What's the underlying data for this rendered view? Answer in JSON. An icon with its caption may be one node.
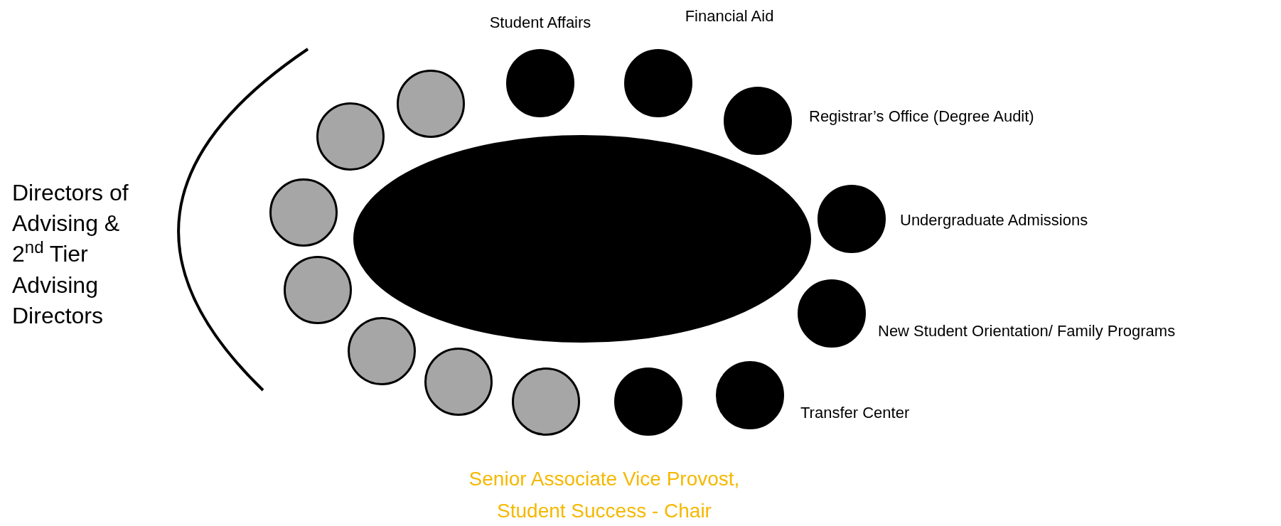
{
  "diagram": {
    "nodes": [
      {
        "text": [],
        "shape": "ellipse"
      },
      {
        "text": [],
        "shape": "circle"
      },
      {
        "text": [],
        "shape": "circle"
      },
      {
        "text": [],
        "shape": "circle"
      },
      {
        "text": [],
        "shape": "circle"
      },
      {
        "text": [],
        "shape": "circle"
      },
      {
        "text": [],
        "shape": "circle"
      },
      {
        "text": [],
        "shape": "circle"
      },
      {
        "text": [],
        "shape": "circle",
        "beside": [
          "Student Affairs"
        ]
      },
      {
        "text": [],
        "shape": "circle",
        "beside": [
          "Financial Aid"
        ]
      },
      {
        "text": [],
        "shape": "circle",
        "beside": [
          "Registrar’s Office (Degree Audit)"
        ]
      },
      {
        "text": [],
        "shape": "circle",
        "beside": [
          "Undergraduate Admissions"
        ]
      },
      {
        "text": [],
        "shape": "circle",
        "beside": [
          "New Student Orientation/ Family Programs"
        ]
      },
      {
        "text": [],
        "shape": "circle"
      },
      {
        "text": [],
        "shape": "circle",
        "beside": [
          "Transfer Center"
        ]
      }
    ],
    "labels": [
      "Directors of Advising & 2$^{nd}$ Tier Advising Directors",
      "Senior Associate Vice Provost, Student Success - Chair"
    ]
  }
}
